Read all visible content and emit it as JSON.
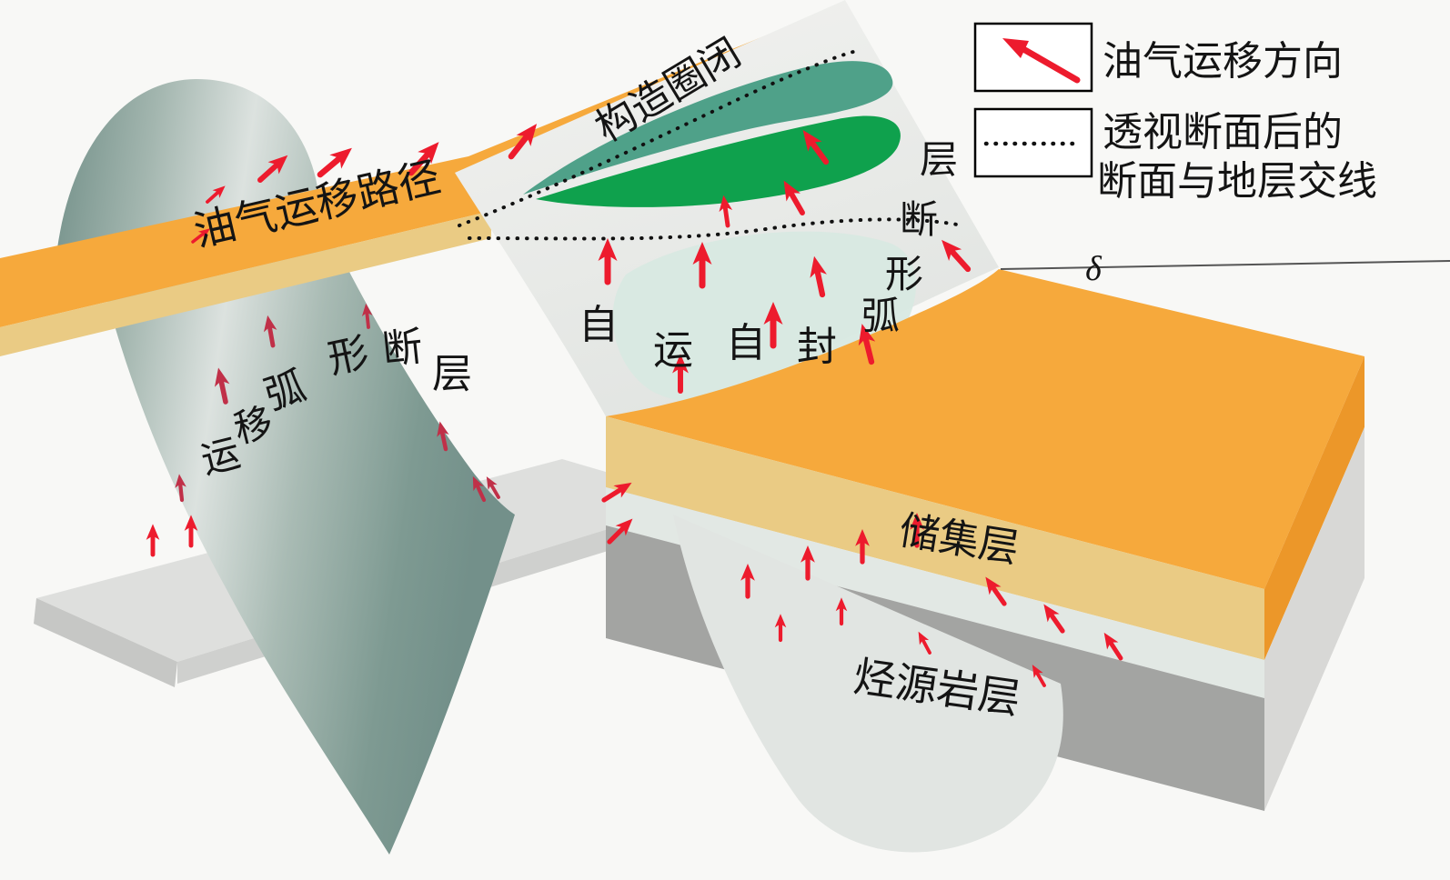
{
  "legend": {
    "migration_direction": {
      "label": "油气运移方向"
    },
    "section_intersection": {
      "label_line1": "透视断面后的",
      "label_line2": "断面与地层交线"
    }
  },
  "labels": {
    "structural_trap": "构造圈闭",
    "migration_path": "油气运移路径",
    "arc_fault_left_chars": [
      "弧",
      "形",
      "断",
      "层"
    ],
    "migration_chars": [
      "运",
      "移"
    ],
    "center_chars": [
      "自",
      "运",
      "自",
      "封"
    ],
    "arc_fault_right_chars": [
      "层",
      "断",
      "形",
      "弧"
    ],
    "reservoir_layer": "储集层",
    "source_rock_layer": "烃源岩层",
    "dip_angle": "δ"
  },
  "colors": {
    "arrow_red": "#ED1B2D",
    "arrow_dark_red": "#C03048",
    "migration_layer_orange": "#F6A93C",
    "layer_edge_tan": "#EACB84",
    "trap_dark_green": "#0FA14D",
    "trap_sea_green": "#4FA189",
    "fault_sheet_teal": "#8FA8A0",
    "fault_plane_gray": "#EAEAE8",
    "source_rock_gray": "#A3A4A2"
  }
}
